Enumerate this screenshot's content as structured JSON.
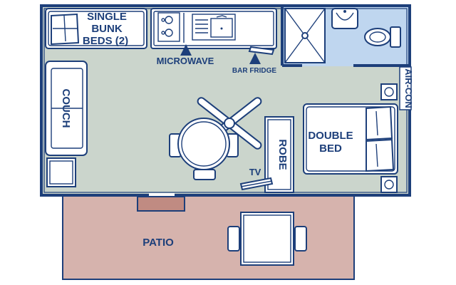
{
  "labels": {
    "bunk_beds": [
      "SINGLE",
      "BUNK",
      "BEDS (2)"
    ],
    "microwave": "MICROWAVE",
    "bar_fridge": "BAR FRIDGE",
    "couch": "COUCH",
    "robe": "ROBE",
    "tv": "TV",
    "double_bed": [
      "DOUBLE",
      "BED"
    ],
    "air_con": "AIR-CON",
    "patio": "PATIO"
  },
  "colors": {
    "room_floor": "#cbd5cc",
    "bathroom_floor": "#bfd6ef",
    "patio": "#d6b3ad",
    "wall": "#1d3f7a",
    "fixture": "#ffffff"
  },
  "icons": {
    "microwave_arrow": "arrow-up-icon",
    "bar_fridge_arrow": "arrow-up-icon",
    "ceiling_fan": "ceiling-fan-icon",
    "sink": "sink-icon",
    "toilet": "toilet-icon",
    "shower": "shower-icon",
    "stove": "cooktop-icon"
  }
}
